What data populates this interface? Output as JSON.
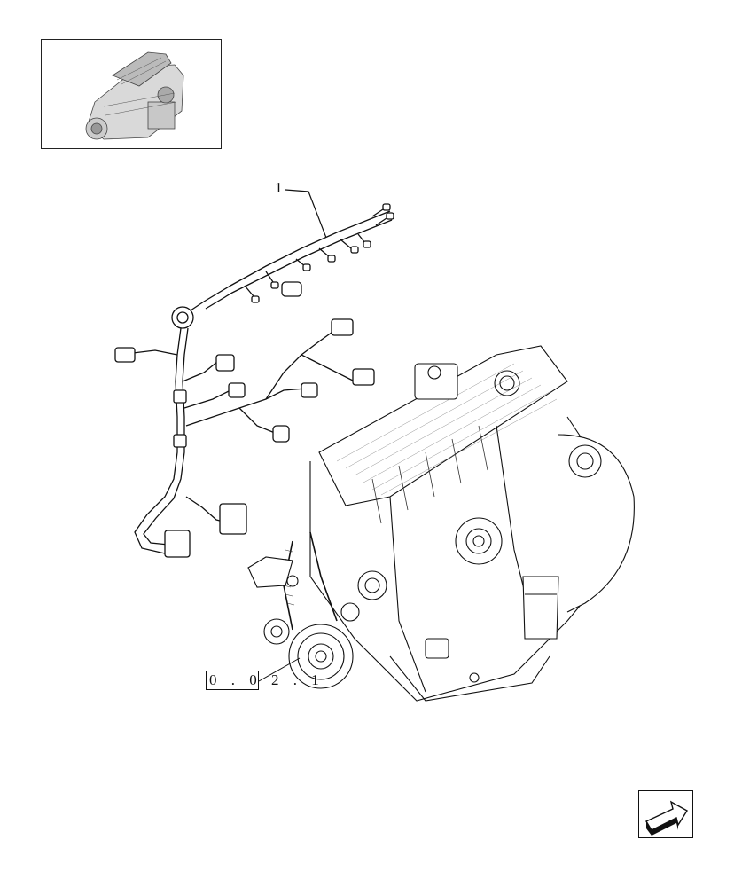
{
  "thumbnail": {
    "icon": "engine-overview-thumbnail"
  },
  "callouts": {
    "harness_item": "1",
    "reference_code": "0 . 0 2 . 1"
  },
  "navigation": {
    "icon": "next-page-arrow-icon"
  }
}
